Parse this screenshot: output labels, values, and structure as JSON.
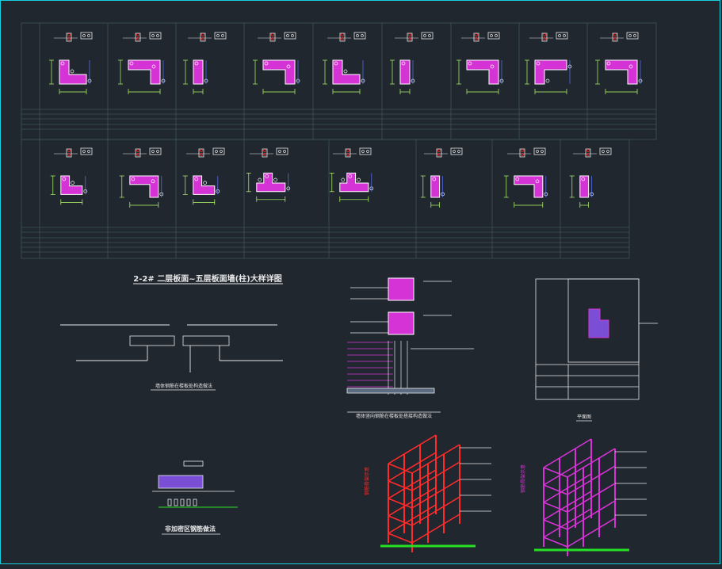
{
  "drawing": {
    "background": "#21272f",
    "frame_color": "#19d0e0",
    "grid_color": "#3b5558",
    "wall_color": "#d633d6",
    "rebar_color": "#ff2a2a",
    "dim_color": "#b7ff6a",
    "axis_color": "#5a74ff",
    "line_color": "#e8e8e8",
    "bar_color": "#25e025"
  },
  "sections": {
    "main_title": "2-2# 二层板面~五层板面墙(柱)大样详图",
    "detail1_caption": "墙体钢筋在楼板处构造做法",
    "detail2_caption": "墙体竖向钢筋在楼板处搭接构造做法",
    "keyplan_caption": "平面图",
    "detail3_caption": "非加密区钢筋做法",
    "axon1_label": "钢筋骨架示意",
    "axon2_label": "钢筋骨架示意"
  }
}
